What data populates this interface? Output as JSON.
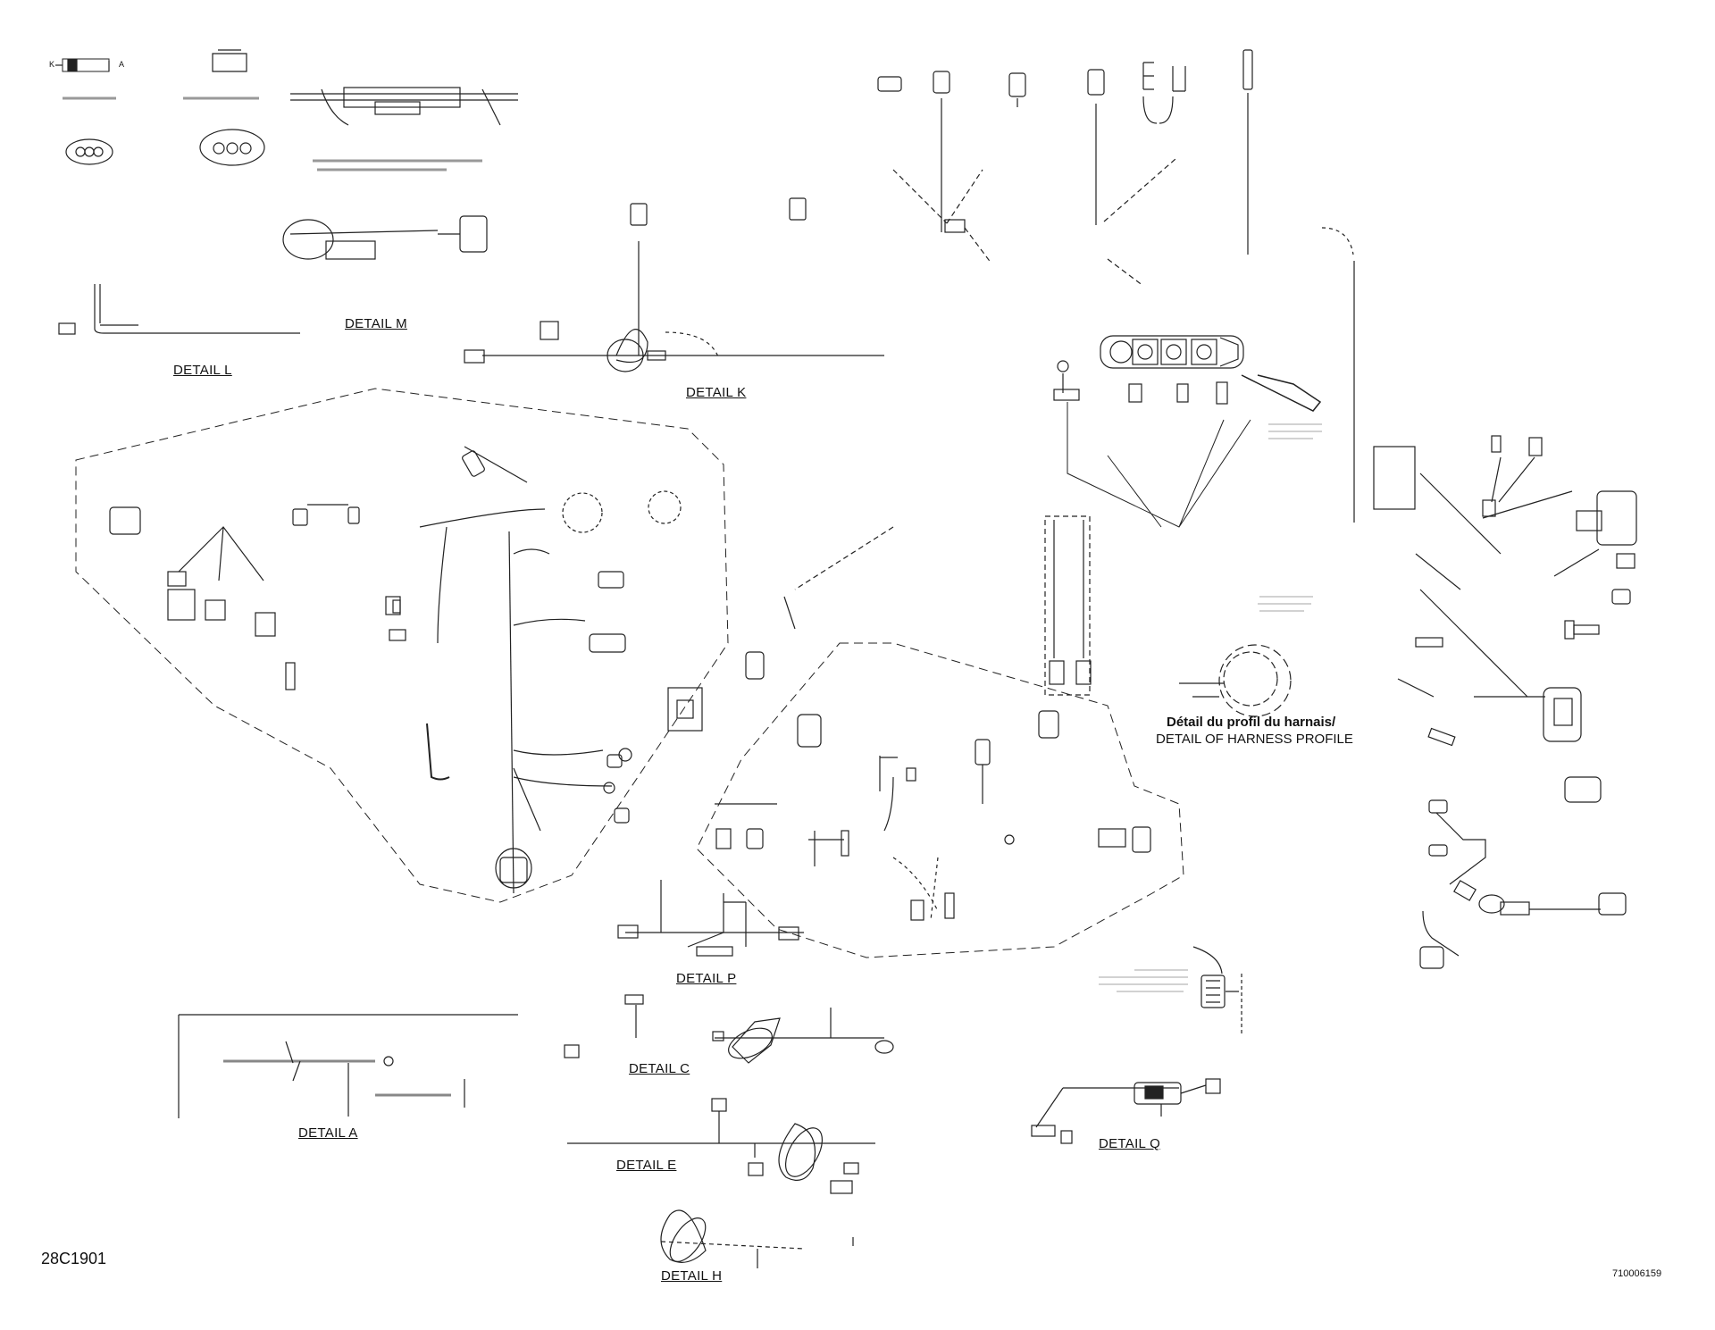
{
  "drawing": {
    "code_left": "28C1901",
    "code_right": "710006159",
    "detail_labels": {
      "a": "DETAIL A",
      "c": "DETAIL C",
      "e": "DETAIL E",
      "h": "DETAIL H",
      "k": "DETAIL K",
      "l": "DETAIL L",
      "m": "DETAIL M",
      "p": "DETAIL P",
      "q": "DETAIL Q"
    },
    "harness_profile_fr": "Détail du profil du harnais/",
    "harness_profile_en": "DETAIL OF HARNESS PROFILE",
    "top_left_marks": {
      "k": "K",
      "a": "A"
    }
  },
  "colors": {
    "ink": "#222222",
    "background": "#ffffff",
    "dash": "#333333"
  }
}
